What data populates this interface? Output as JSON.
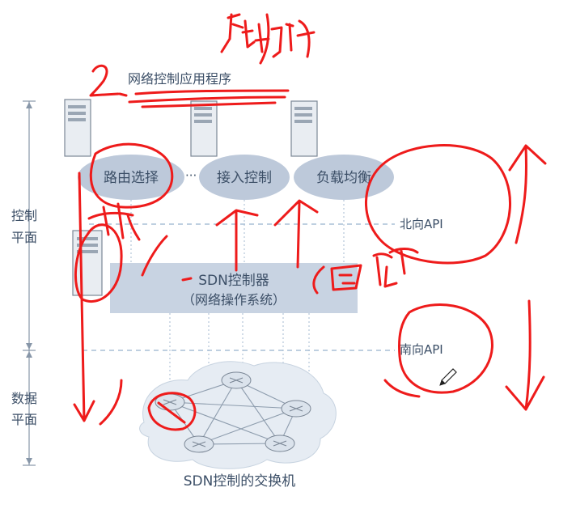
{
  "diagram": {
    "app_title": "网络控制应用程序",
    "apps": [
      {
        "label": "路由选择"
      },
      {
        "label": "接入控制"
      },
      {
        "label": "负载均衡"
      }
    ],
    "northbound_api": "北向API",
    "southbound_api": "南向API",
    "controller": {
      "line1": "SDN控制器",
      "line2": "（网络操作系统）"
    },
    "switches_caption": "SDN控制的交换机",
    "planes": {
      "control_line1": "控制",
      "control_line2": "平面",
      "data_line1": "数据",
      "data_line2": "平面"
    }
  },
  "colors": {
    "ellipse_fill": "#bdc9da",
    "controller_fill": "#c8d3e2",
    "label_text": "#3c4f67",
    "annotation": "#ee1b1b"
  }
}
